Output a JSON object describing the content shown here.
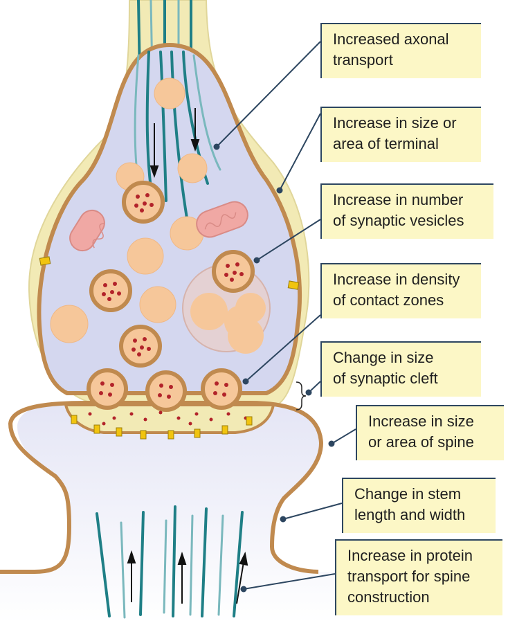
{
  "labels": {
    "axonal_transport": [
      "Increased axonal",
      "transport"
    ],
    "terminal_size": [
      "Increase in size or",
      "area of terminal"
    ],
    "vesicle_number": [
      "Increase in number",
      "of synaptic vesicles"
    ],
    "contact_density": [
      "Increase in density",
      "of contact zones"
    ],
    "cleft_size": [
      "Change in size",
      "of synaptic cleft"
    ],
    "spine_size": [
      "Increase in size",
      "or area of spine"
    ],
    "stem_dimensions": [
      "Change in stem",
      "length and width"
    ],
    "protein_transport": [
      "Increase in protein",
      "transport for spine",
      "construction"
    ]
  },
  "colors": {
    "membrane": "#c08a4f",
    "cytoplasm": "#d4d7ef",
    "sheath": "#f2eab5",
    "microtubule": "#1f7f86",
    "vesicle": "#f6c79a",
    "mitochondrion": "#f0a8a4",
    "callout_fill": "#fcf7c6",
    "leader_line": "#2d4660"
  }
}
